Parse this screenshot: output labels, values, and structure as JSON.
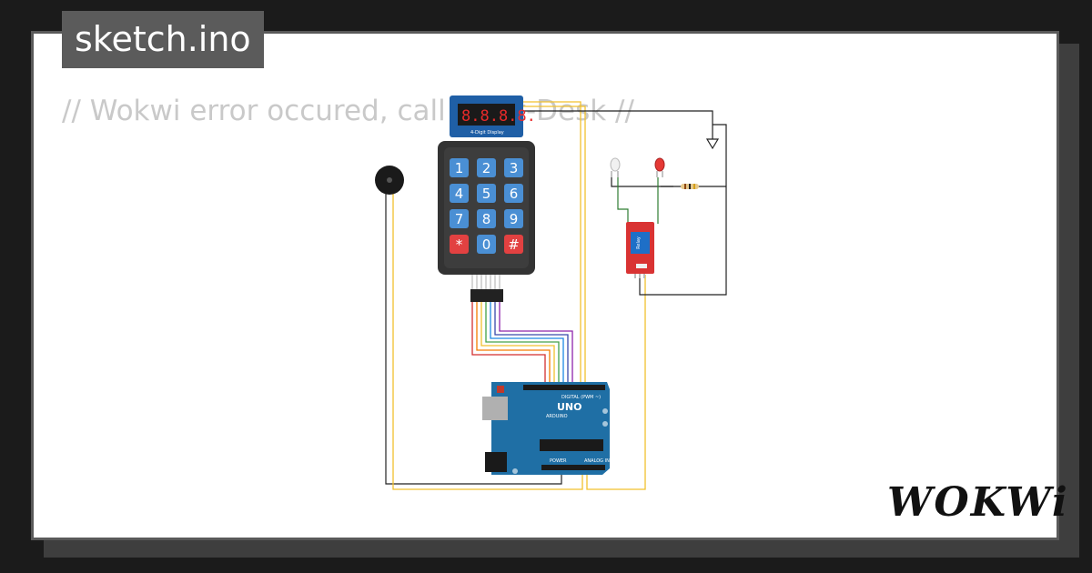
{
  "tab": {
    "filename": "sketch.ino"
  },
  "code": {
    "comment": "// Wokwi error occured, call Front-Desk //"
  },
  "logo": {
    "text": "WOKWi"
  },
  "display": {
    "digits": "8.8.8.8.",
    "caption": "4-Digit Display"
  },
  "keypad": {
    "keys": [
      "1",
      "2",
      "3",
      "4",
      "5",
      "6",
      "7",
      "8",
      "9",
      "*",
      "0",
      "#"
    ]
  },
  "relay": {
    "label": "Relay"
  },
  "arduino": {
    "model": "UNO",
    "brand": "ARDUINO",
    "digital_label": "DIGITAL (PWM ~)",
    "analog_label": "ANALOG IN",
    "power_label": "POWER"
  },
  "colors": {
    "card_bg": "#ffffff",
    "tab_bg": "#5b5b5b",
    "board_blue": "#1f6fa5",
    "key_blue": "#4a8fd4",
    "key_red": "#e24141",
    "wire_yellow": "#f2c12e",
    "relay_red": "#e53935"
  }
}
